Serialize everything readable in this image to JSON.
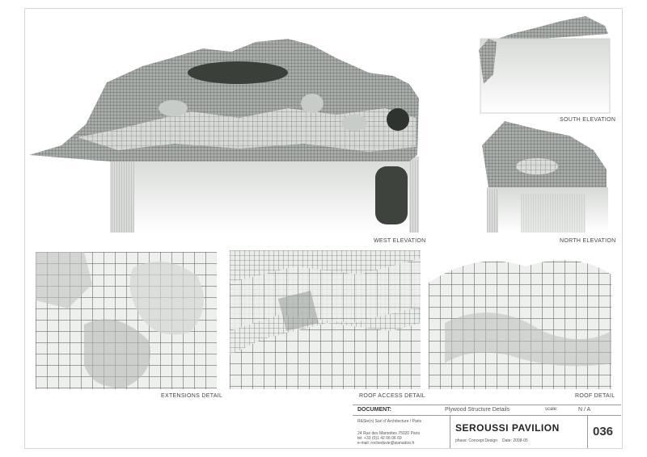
{
  "views": {
    "west_elevation": "WEST ELEVATION",
    "south_elevation": "SOUTH ELEVATION",
    "north_elevation": "NORTH ELEVATION",
    "extensions_detail": "EXTENSIONS DETAIL",
    "roof_access_detail": "ROOF ACCESS DETAIL",
    "roof_detail": "ROOF DETAIL"
  },
  "title_block": {
    "document_label": "DOCUMENT:",
    "document_value": "Plywood Structure Details",
    "scale_label": "scale:",
    "scale_value": "N / A",
    "office_name": "R&Sie(n) Sarl d' Architecture / Paris",
    "address": "24 Rue des Maronites 75020 Paris",
    "tel": "tel: +33 (0)1 42 06 06 69",
    "email": "e-mail: rochedsvie@wanadoo.fr",
    "project_name": "SEROUSSI PAVILION",
    "phase": "phase: Concept Design",
    "date": "Date: 2008-05",
    "sheet_number": "036"
  },
  "colors": {
    "plywood_dark": "#4a4f4a",
    "plywood_mid": "#8d928d",
    "plywood_light": "#e6e9e6",
    "border": "#d6d6d6"
  }
}
